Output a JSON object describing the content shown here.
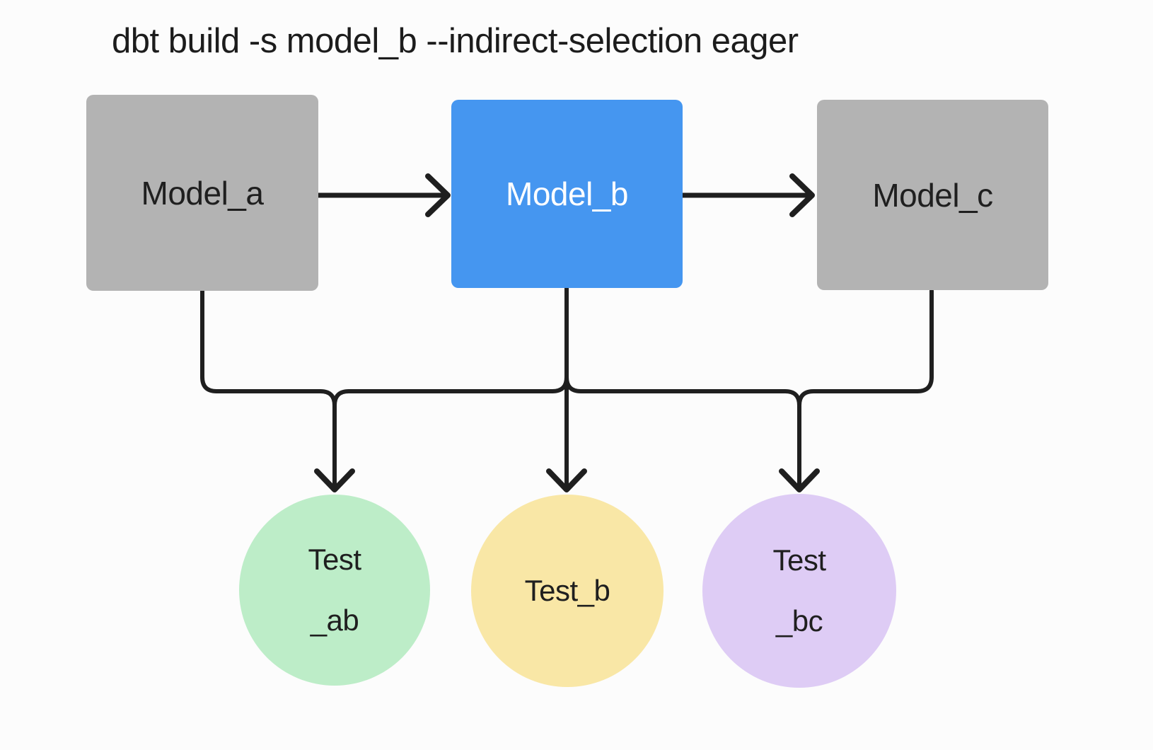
{
  "title": "dbt build -s model_b --indirect-selection eager",
  "colors": {
    "background": "#FCFCFC",
    "line": "#1F1F1F",
    "model_default_fill": "#B3B3B3",
    "model_selected_fill": "#4596F0",
    "model_text": "#1F1F1F",
    "model_selected_text": "#FFFFFF",
    "title_text": "#1C1C1C",
    "test_ab_fill": "#BDEDC8",
    "test_b_fill": "#F9E7A6",
    "test_bc_fill": "#DECCF5",
    "test_text": "#1F1F1F"
  },
  "nodes": {
    "model_a": {
      "label": "Model_a",
      "type": "model"
    },
    "model_b": {
      "label": "Model_b",
      "type": "model-selected"
    },
    "model_c": {
      "label": "Model_c",
      "type": "model"
    },
    "test_ab": {
      "line1": "Test",
      "line2": "_ab",
      "type": "test"
    },
    "test_b": {
      "line1": "Test_b",
      "type": "test"
    },
    "test_bc": {
      "line1": "Test",
      "line2": "_bc",
      "type": "test"
    }
  },
  "edges": [
    "model_a -> model_b",
    "model_b -> model_c",
    "model_a -> test_ab",
    "model_b -> test_ab",
    "model_b -> test_b",
    "model_b -> test_bc",
    "model_c -> test_bc"
  ]
}
